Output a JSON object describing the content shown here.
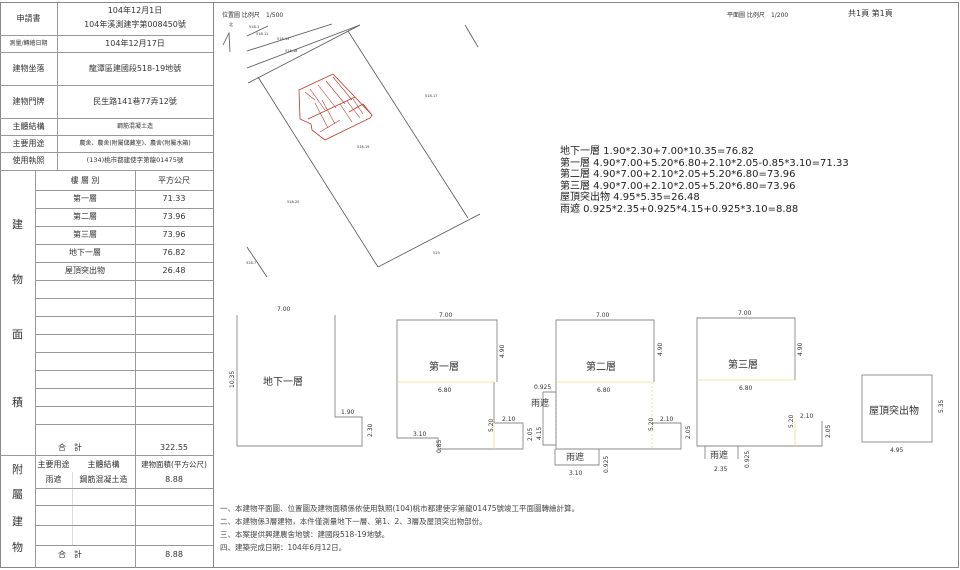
{
  "info": {
    "applicant_label": "申請書",
    "applicant_date": "104年12月1日",
    "applicant_no": "104年溪測建字第008450號",
    "survey_date_label": "測量/轉繪日期",
    "survey_date": "104年12月17日",
    "location_label": "建物坐落",
    "location": "龍潭區建國段518-19地號",
    "address_label": "建物門牌",
    "address": "民生路141巷77弄12號",
    "structure_label": "主體結構",
    "structure": "鋼筋混凝土造",
    "usage_label": "主要用途",
    "usage": "農舍、農舍(附屬儲藏室)、農舍(附屬水箱)",
    "permit_label": "使用執照",
    "permit": "(134)桃市都建使字第龍01475號"
  },
  "area_table": {
    "side_label": [
      "建",
      "物",
      "面",
      "積"
    ],
    "col_floor": "樓 層 別",
    "col_area": "平方公尺",
    "rows": [
      {
        "floor": "第一層",
        "area": "71.33"
      },
      {
        "floor": "第二層",
        "area": "73.96"
      },
      {
        "floor": "第三層",
        "area": "73.96"
      },
      {
        "floor": "地下一層",
        "area": "76.82"
      },
      {
        "floor": "屋頂突出物",
        "area": "26.48"
      }
    ],
    "total_label": "合　計",
    "total": "322.55"
  },
  "annex_table": {
    "side_label": [
      "附",
      "屬",
      "建",
      "物"
    ],
    "col_usage": "主要用途",
    "col_structure": "主體結構",
    "col_area": "建物面積(平方公尺)",
    "rows": [
      {
        "usage": "雨遮",
        "structure": "鋼筋混凝土造",
        "area": "8.88"
      }
    ],
    "total_label": "合　計",
    "total": "8.88"
  },
  "site_plan": {
    "title": "位置圖 比例尺",
    "scale": "1/500",
    "north": "北",
    "parcels": [
      "518-1",
      "518-11",
      "518-13",
      "518-18",
      "518-17",
      "518-19",
      "518-20",
      "518-7",
      "519"
    ]
  },
  "floor_plan_header": {
    "title": "平面圖 比例尺",
    "scale": "1/200",
    "page": "共1頁 第1頁"
  },
  "calculations": [
    "地下一層 1.90*2.30+7.00*10.35=76.82",
    "第一層 4.90*7.00+5.20*6.80+2.10*2.05-0.85*3.10=71.33",
    "第二層 4.90*7.00+2.10*2.05+5.20*6.80=73.96",
    "第三層 4.90*7.00+2.10*2.05+5.20*6.80=73.96",
    "屋頂突出物 4.95*5.35=26.48",
    "雨遮 0.925*2.35+0.925*4.15+0.925*3.10=8.88"
  ],
  "plans": {
    "b1": {
      "label": "地下一層",
      "d1": "7.00",
      "d2": "10.35",
      "d3": "1.90",
      "d4": "2.30"
    },
    "f1": {
      "label": "第一層",
      "d1": "7.00",
      "d2": "4.90",
      "d3": "6.80",
      "d4": "5.20",
      "d5": "2.10",
      "d6": "2.05",
      "d7": "3.10",
      "d8": "0.85"
    },
    "f2": {
      "label": "第二層",
      "canopy": "雨遮",
      "d1": "7.00",
      "d2": "4.90",
      "d3": "6.80",
      "d4": "0.925",
      "d5": "4.15",
      "d6": "5.20",
      "d7": "2.10",
      "d8": "2.05",
      "d9": "3.10",
      "d10": "0.925"
    },
    "f3": {
      "label": "第三層",
      "canopy": "雨遮",
      "d1": "7.00",
      "d2": "4.90",
      "d3": "6.80",
      "d4": "5.20",
      "d5": "2.10",
      "d6": "2.05",
      "d7": "2.35",
      "d8": "0.925"
    },
    "roof": {
      "label": "屋頂突出物",
      "d1": "5.35",
      "d2": "4.95"
    }
  },
  "notes": [
    "一、本建物平面圖、位置圖及建物面積係依使用執照(104)桃市都建使字第龍01475號竣工平面圖轉繪計算。",
    "二、本建物係3層建物，本件僅測量地下一層、第1、2、3層及屋頂突出物部份。",
    "三、本案提供興建農舍地號：建國段518-19地號。",
    "四、建築完成日期：104年6月12日。"
  ],
  "colors": {
    "building_hatch": "#c0392b",
    "divider": "#e8e08a",
    "line": "#999999"
  }
}
